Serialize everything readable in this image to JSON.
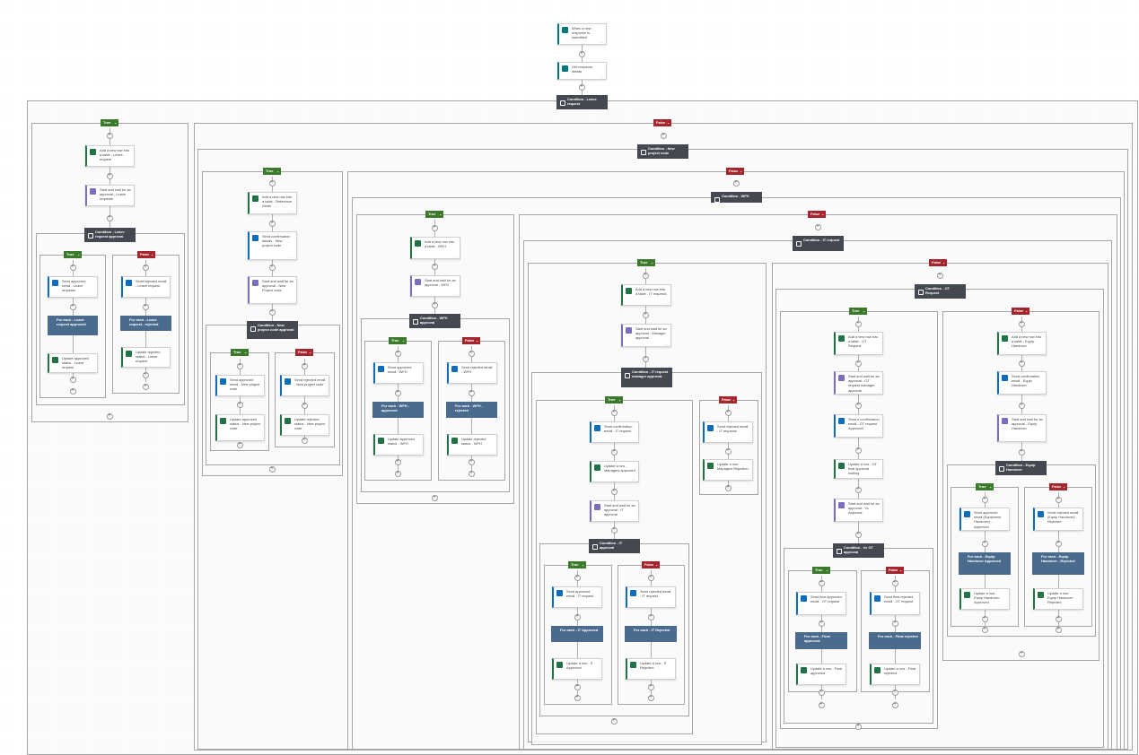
{
  "flow": {
    "trigger": "When a new response is submitted",
    "get_details": "Get response details",
    "root_condition": "Condition - Leave request"
  },
  "labels": {
    "true": "True",
    "false": "False",
    "chevron": "⌄",
    "ellipsis": "…"
  },
  "leave": {
    "add_row": "Add a new row into a table - Leave request",
    "approval": "Start and wait for an approval - Leave requests",
    "condition": "Condition - Leave request approval",
    "t_email": "Send approved email - Leave requests",
    "t_foreach": "For each - Leave request approved",
    "t_update": "Update approved status - Leave request",
    "f_email": "Send rejected email - Leave request",
    "f_foreach": "For each - Leave request - rejected",
    "f_update": "Update rejected status - Leave request"
  },
  "new_project": {
    "condition": "Condition - New project code",
    "add_row": "Add a new row into a table - Reference Detail",
    "confirm": "Send confirmation details - New project code",
    "approval": "Start and wait for an approval - New Project code",
    "sub_condition": "Condition - New project code approval",
    "t_email": "Send approved email - New project code",
    "t_update": "Update approved status - New project code",
    "f_email": "Send rejected email - New project code",
    "f_update": "Update rejected status - New project code"
  },
  "wfh": {
    "condition": "Condition - WFH",
    "add_row": "Add a new row into a table - WFH",
    "approval": "Start and wait for an approval - WFH",
    "sub_condition": "Condition - WFH approval",
    "t_email": "Send approved email - WFH",
    "t_foreach": "For each - WFH - approved",
    "t_update": "Update approved status - WFH",
    "f_email": "Send rejected email - WFH",
    "f_foreach": "For each - WFH - rejected",
    "f_update": "Update rejected status - WFH"
  },
  "it": {
    "condition": "Condition - IT request",
    "add_row": "Add a new row into a table - IT requests",
    "approval": "Start and wait for an approval - Manager approval",
    "mgr_condition": "Condition - IT request manager approval",
    "t_confirm": "Send confirmation email - IT request",
    "t_update": "Update a row - Managers approved",
    "t_approval": "Start and wait for an approval - IT approval",
    "it_condition": "Condition - IT approval",
    "it_t_email": "Send approved email - IT request",
    "it_t_foreach": "For each - IT Approved",
    "it_t_update": "Update a row - IT Approved",
    "it_f_email": "Send rejected email - IT request",
    "it_f_foreach": "For each - IT Rejected",
    "it_f_update": "Update a row - IT Rejected",
    "f_email": "Send rejected email - IT requests",
    "f_update": "Update a row - Managers Rejection"
  },
  "ot": {
    "condition": "Condition - OT Request",
    "add_row": "Add a new row into a table - OT Request",
    "approval": "Start and wait for an approval - OT request manager approval",
    "confirm": "Send a confirmation email - OT request Approved",
    "update": "Update a row - OT final approval waiting",
    "vp_approval": "Start and wait for an approval - Vc Approval",
    "vp_condition": "Condition - Vc OT approval",
    "t_email": "Send final approved email - OT request",
    "t_foreach": "For each - Final approved",
    "t_update": "Update a row - Final approved",
    "f_email": "Send final rejected email - OT request",
    "f_foreach": "For each - Final rejected",
    "f_update": "Update a row - Final rejected"
  },
  "equip": {
    "add_row": "Add a new row into a table - Equip Handover",
    "confirm": "Send confirmation email - Equip Handover",
    "approval": "Start and wait for an approval - Equip Handover",
    "condition": "Condition - Equip Handover",
    "t_email": "Send approved email (Equipment Handover) - Approved",
    "t_foreach": "For each - Equip Handover Approved",
    "t_update": "Update a row - Equip Handover - Approved",
    "f_email": "Send rejected email (Equip Handover) - Rejected",
    "f_foreach": "For each - Equip Handover - Rejected",
    "f_update": "Update a row - Equip Handover - Rejected"
  },
  "colors": {
    "excel": "#217346",
    "outlook": "#0f6cbd",
    "approvals": "#7a6fbf",
    "forms": "#03787c",
    "condition": "#434851",
    "foreach": "#4b6b8e",
    "true": "#3c7a2b",
    "false": "#a4262c"
  }
}
